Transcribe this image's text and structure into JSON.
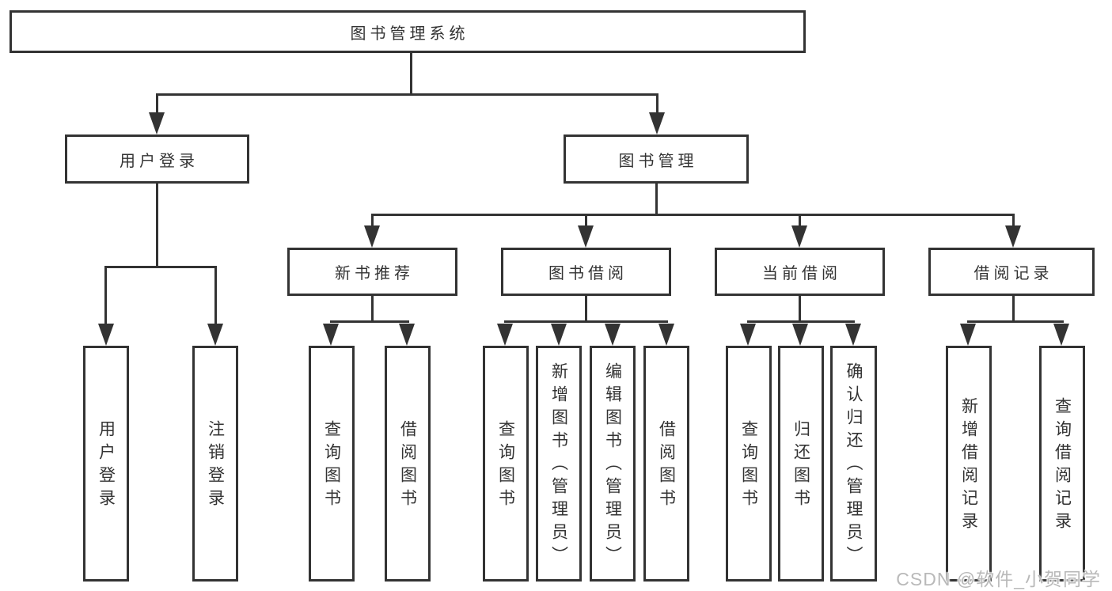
{
  "colors": {
    "line": "#333333",
    "text": "#333333",
    "box_background": "#ffffff",
    "watermark": "#b9b9b9"
  },
  "watermark": {
    "text": "CSDN @软件_小贺同学"
  },
  "diagram": {
    "root": {
      "label": "图书管理系统"
    },
    "branches": [
      {
        "label": "用户登录",
        "children": [
          {
            "label": "用户登录"
          },
          {
            "label": "注销登录"
          }
        ]
      },
      {
        "label": "图书管理",
        "children": [
          {
            "label": "新书推荐",
            "children": [
              {
                "label": "查询图书"
              },
              {
                "label": "借阅图书"
              }
            ]
          },
          {
            "label": "图书借阅",
            "children": [
              {
                "label": "查询图书"
              },
              {
                "label": "新增图书（管理员）"
              },
              {
                "label": "编辑图书（管理员）"
              },
              {
                "label": "借阅图书"
              }
            ]
          },
          {
            "label": "当前借阅",
            "children": [
              {
                "label": "查询图书"
              },
              {
                "label": "归还图书"
              },
              {
                "label": "确认归还（管理员）"
              }
            ]
          },
          {
            "label": "借阅记录",
            "children": [
              {
                "label": "新增借阅记录"
              },
              {
                "label": "查询借阅记录"
              }
            ]
          }
        ]
      }
    ]
  }
}
